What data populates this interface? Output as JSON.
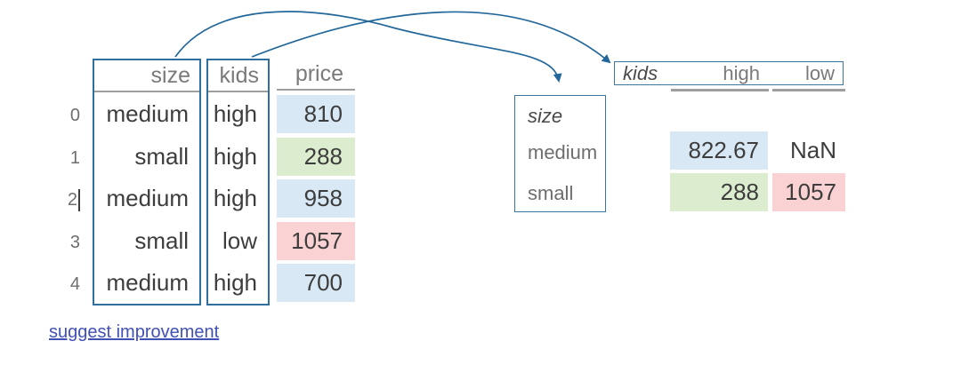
{
  "source_table": {
    "headers": {
      "size": "size",
      "kids": "kids",
      "price": "price"
    },
    "rows": [
      {
        "index": "0",
        "size": "medium",
        "kids": "high",
        "price": "810",
        "price_color": "blue"
      },
      {
        "index": "1",
        "size": "small",
        "kids": "high",
        "price": "288",
        "price_color": "green"
      },
      {
        "index": "2",
        "size": "medium",
        "kids": "high",
        "price": "958",
        "price_color": "blue"
      },
      {
        "index": "3",
        "size": "small",
        "kids": "low",
        "price": "1057",
        "price_color": "pink"
      },
      {
        "index": "4",
        "size": "medium",
        "kids": "high",
        "price": "700",
        "price_color": "blue"
      }
    ]
  },
  "pivot_table": {
    "columns_name": "kids",
    "index_name": "size",
    "columns": [
      "high",
      "low"
    ],
    "rows": [
      {
        "size": "medium",
        "high": "822.67",
        "low": "NaN",
        "high_color": "blue",
        "low_color": "none"
      },
      {
        "size": "small",
        "high": "288",
        "low": "1057",
        "high_color": "green",
        "low_color": "pink"
      }
    ]
  },
  "footer": {
    "link_label": "suggest improvement"
  },
  "colors": {
    "box_border": "#2e6f9e",
    "arrow": "#24689b",
    "cell_blue": "#d8e8f4",
    "cell_green": "#dcedcf",
    "cell_pink": "#fbd2d3",
    "header_text": "#7a7a7a",
    "value_text": "#3d3d3d",
    "underline": "#9e9e9e",
    "link": "#4150b5"
  }
}
